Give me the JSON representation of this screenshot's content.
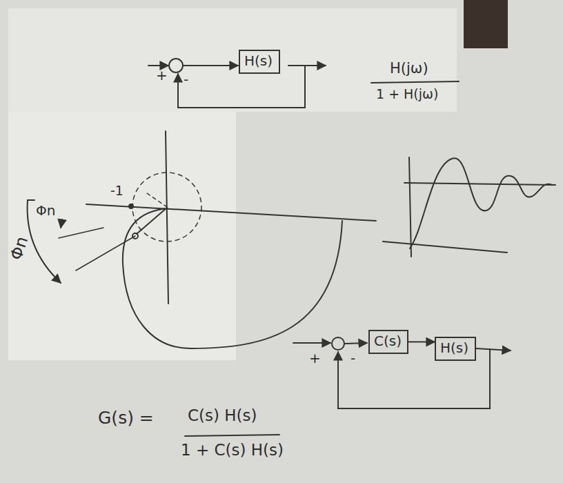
{
  "diagram": {
    "nodes": [
      {
        "text": [
          "H(s)"
        ]
      },
      {
        "text": [
          "C(s)"
        ]
      },
      {
        "text": [
          "H(s)"
        ]
      }
    ],
    "edges": [
      {
        "from": 1,
        "to": 2,
        "arrow": "to"
      }
    ],
    "labels": [
      "+",
      "-",
      "H(jω)",
      "1 + H(jω)",
      "-1",
      "Φn",
      "Φn",
      "+",
      "-",
      "G(s) =",
      "C(s) H(s)",
      "1 + C(s) H(s)"
    ]
  }
}
